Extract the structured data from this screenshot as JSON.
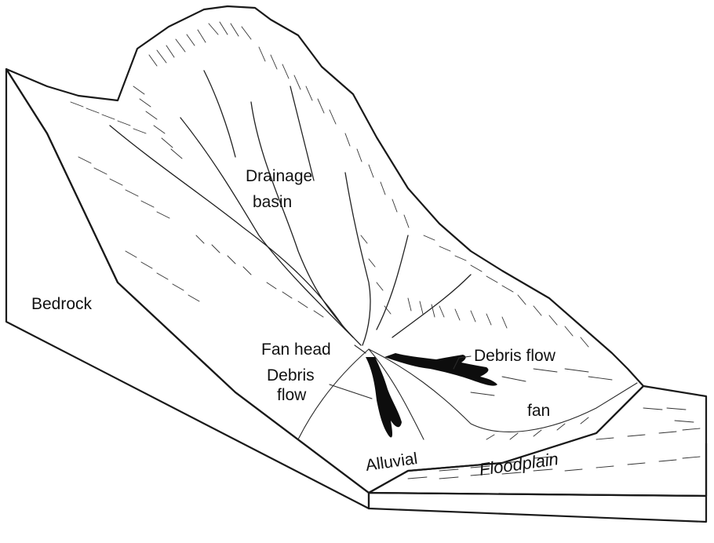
{
  "labels": {
    "drainage_basin_line1": "Drainage",
    "drainage_basin_line2": "basin",
    "bedrock": "Bedrock",
    "fan_head": "Fan head",
    "debris_flow_left_line1": "Debris",
    "debris_flow_left_line2": "flow",
    "debris_flow_right": "Debris flow",
    "fan": "fan",
    "alluvial": "Alluvial",
    "floodplain": "Floodplain"
  },
  "colors": {
    "ink": "#111111",
    "paper": "#ffffff",
    "debris": "#0d0d0d"
  }
}
